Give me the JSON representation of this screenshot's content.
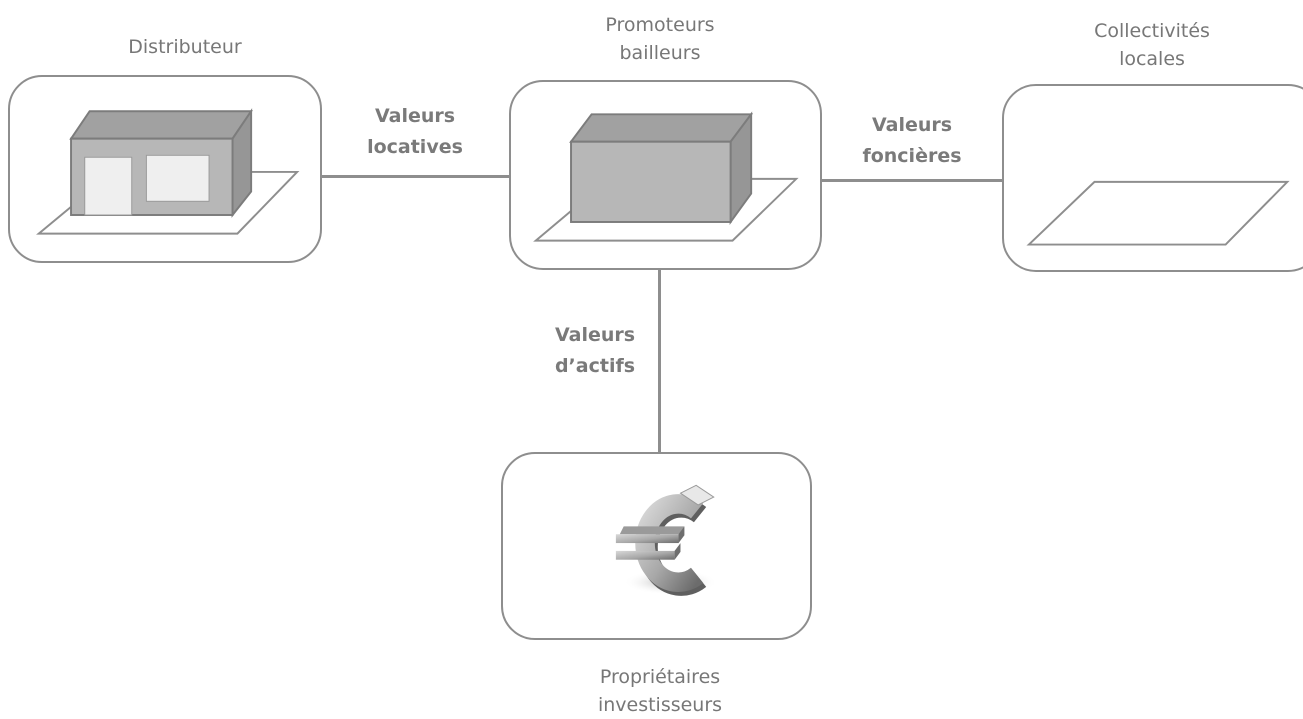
{
  "nodes": {
    "distributeur": {
      "label_lines": [
        "Distributeur"
      ],
      "icon": "shop-building-icon"
    },
    "promoteurs": {
      "label_lines": [
        "Promoteurs",
        "bailleurs"
      ],
      "icon": "building-block-icon"
    },
    "collectivites": {
      "label_lines": [
        "Collectivités",
        "locales"
      ],
      "icon": "land-plot-icon"
    },
    "proprietaires": {
      "label_lines": [
        "Propriétaires",
        "investisseurs"
      ],
      "icon": "euro-icon"
    }
  },
  "edges": {
    "locatives": {
      "label_lines": [
        "Valeurs",
        "locatives"
      ]
    },
    "foncieres": {
      "label_lines": [
        "Valeurs",
        "foncières"
      ]
    },
    "actifs": {
      "label_lines": [
        "Valeurs",
        "d’actifs"
      ]
    }
  },
  "colors": {
    "border": "#8e8e8e",
    "text": "#777777",
    "block_front": "#b7b7b7",
    "block_top": "#a1a1a1",
    "block_side": "#969696",
    "block_edge": "#7c7c7c"
  }
}
